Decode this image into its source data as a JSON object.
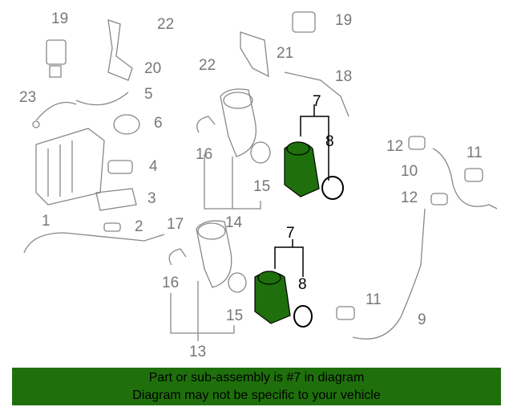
{
  "callouts": {
    "c19a": "19",
    "c22a": "22",
    "c20": "20",
    "c23": "23",
    "c5": "5",
    "c6": "6",
    "c4": "4",
    "c3": "3",
    "c1": "1",
    "c2": "2",
    "c19b": "19",
    "c22b": "22",
    "c21": "21",
    "c18": "18",
    "c7a": "7",
    "c8a": "8",
    "c16a": "16",
    "c15a": "15",
    "c14": "14",
    "c12a": "12",
    "c11a": "11",
    "c10": "10",
    "c12b": "12",
    "c17": "17",
    "c7b": "7",
    "c8b": "8",
    "c16b": "16",
    "c15b": "15",
    "c13": "13",
    "c11b": "11",
    "c9": "9"
  },
  "banner": {
    "line1": "Part or sub-assembly is #7 in diagram",
    "line2": "Diagram may not be specific to your vehicle"
  },
  "colors": {
    "highlight": "#1f700c",
    "outline": "#888888"
  }
}
